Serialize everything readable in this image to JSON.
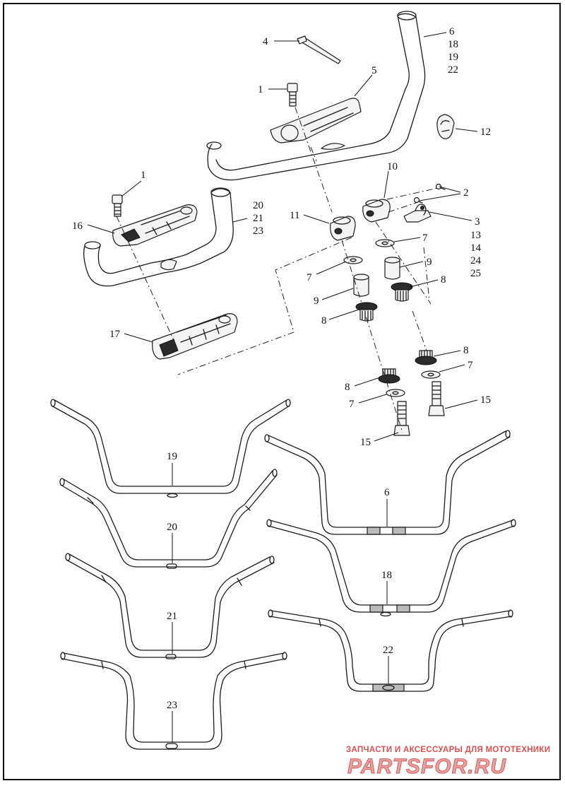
{
  "diagram": {
    "labels": {
      "l1a": "1",
      "l1b": "1",
      "l2": "2",
      "l3": "3",
      "l13": "13",
      "l14": "14",
      "l24": "24",
      "l25": "25",
      "l4": "4",
      "l5": "5",
      "l6a": "6",
      "l18a": "18",
      "l19a": "19",
      "l22a": "22",
      "l7a": "7",
      "l7b": "7",
      "l7c": "7",
      "l7d": "7",
      "l8a": "8",
      "l8b": "8",
      "l8c": "8",
      "l8d": "8",
      "l9a": "9",
      "l9b": "9",
      "l10": "10",
      "l11": "11",
      "l12": "12",
      "l15a": "15",
      "l15b": "15",
      "l16": "16",
      "l17": "17",
      "l20a": "20",
      "l21a": "21",
      "l23a": "23",
      "bar19": "19",
      "bar20": "20",
      "bar21": "21",
      "bar23": "23",
      "bar6": "6",
      "bar18": "18",
      "bar22": "22"
    },
    "watermark": {
      "tagline": "ЗАПЧАСТИ И АКСЕССУАРЫ ДЛЯ МОТОТЕХНИКИ",
      "brand": "PARTSFOR.RU"
    }
  }
}
